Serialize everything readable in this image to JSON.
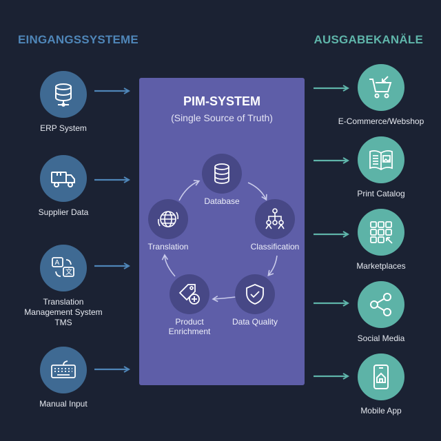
{
  "headings": {
    "inputs": "EINGANGSSYSTEME",
    "outputs": "AUSGABEKANÄLE"
  },
  "inputs": [
    {
      "label": "ERP System",
      "icon": "database-server-icon"
    },
    {
      "label": "Supplier Data",
      "icon": "truck-icon"
    },
    {
      "label": "Translation\nManagement System\nTMS",
      "icon": "translate-icon"
    },
    {
      "label": "Manual Input",
      "icon": "keyboard-icon"
    }
  ],
  "pim": {
    "title": "PIM-SYSTEM",
    "subtitle": "(Single Source of Truth)",
    "steps": [
      {
        "label": "Database",
        "icon": "database-icon"
      },
      {
        "label": "Classification",
        "icon": "hierarchy-icon"
      },
      {
        "label": "Data Quality",
        "icon": "shield-check-icon"
      },
      {
        "label": "Product\nEnrichment",
        "icon": "tag-add-icon"
      },
      {
        "label": "Translation",
        "icon": "globe-icon"
      }
    ]
  },
  "outputs": [
    {
      "label": "E-Commerce/Webshop",
      "icon": "cart-icon"
    },
    {
      "label": "Print Catalog",
      "icon": "catalog-icon"
    },
    {
      "label": "Marketplaces",
      "icon": "grid-icon"
    },
    {
      "label": "Social Media",
      "icon": "share-icon"
    },
    {
      "label": "Mobile App",
      "icon": "mobile-icon"
    }
  ],
  "colors": {
    "background": "#1b2233",
    "input_accent": "#3f6a93",
    "output_accent": "#5db3a7",
    "pim_panel": "#5e5ea8"
  }
}
